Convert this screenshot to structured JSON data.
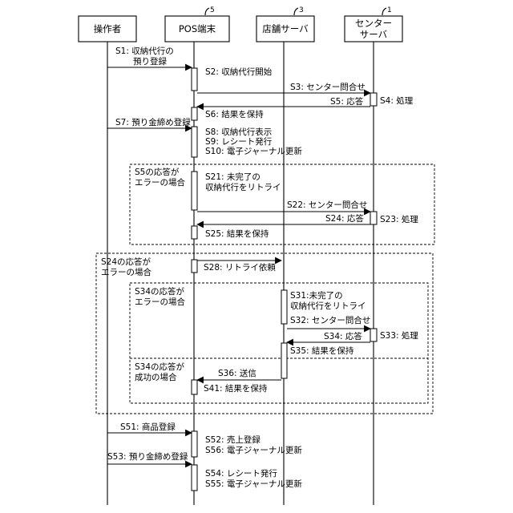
{
  "participants": {
    "operator": {
      "name": "操作者",
      "ref": ""
    },
    "pos": {
      "name": "POS端末",
      "ref": "5"
    },
    "store": {
      "name": "店舗サーバ",
      "ref": "3"
    },
    "center": {
      "name_line1": "センター",
      "name_line2": "サーバ",
      "ref": "1"
    }
  },
  "steps": {
    "s1_l1": "S1: 収納代行の",
    "s1_l2": "預り登録",
    "s2": "S2: 収納代行開始",
    "s3": "S3: センター問合せ",
    "s4": "S4: 処理",
    "s5": "S5: 応答",
    "s6": "S6: 結果を保持",
    "s7": "S7: 預り金締め登録",
    "s8": "S8: 収納代行表示",
    "s9": "S9: レシート発行",
    "s10": "S10: 電子ジャーナル更新",
    "s21_l1": "S21: 未完了の",
    "s21_l2": "収納代行をリトライ",
    "s22": "S22: センター問合せ",
    "s23": "S23: 処理",
    "s24": "S24: 応答",
    "s25": "S25: 結果を保持",
    "s28": "S28: リトライ依頼",
    "s31_l1": "S31:未完了の",
    "s31_l2": "収納代行をリトライ",
    "s32": "S32: センター問合せ",
    "s33": "S33: 処理",
    "s34": "S34: 応答",
    "s35": "S35: 結果を保持",
    "s36": "S36: 送信",
    "s41": "S41: 結果を保持",
    "s51": "S51: 商品登録",
    "s52": "S52: 売上登録",
    "s56": "S56: 電子ジャーナル更新",
    "s53": "S53: 預り金締め登録",
    "s54": "S54: レシート発行",
    "s55": "S55: 電子ジャーナル更新"
  },
  "conditions": {
    "s5_error_l1": "S5の応答が",
    "s5_error_l2": "エラーの場合",
    "s24_error_l1": "S24の応答が",
    "s24_error_l2": "エラーの場合",
    "s34_error_l1": "S34の応答が",
    "s34_error_l2": "エラーの場合",
    "s34_success_l1": "S34の応答が",
    "s34_success_l2": "成功の場合"
  }
}
